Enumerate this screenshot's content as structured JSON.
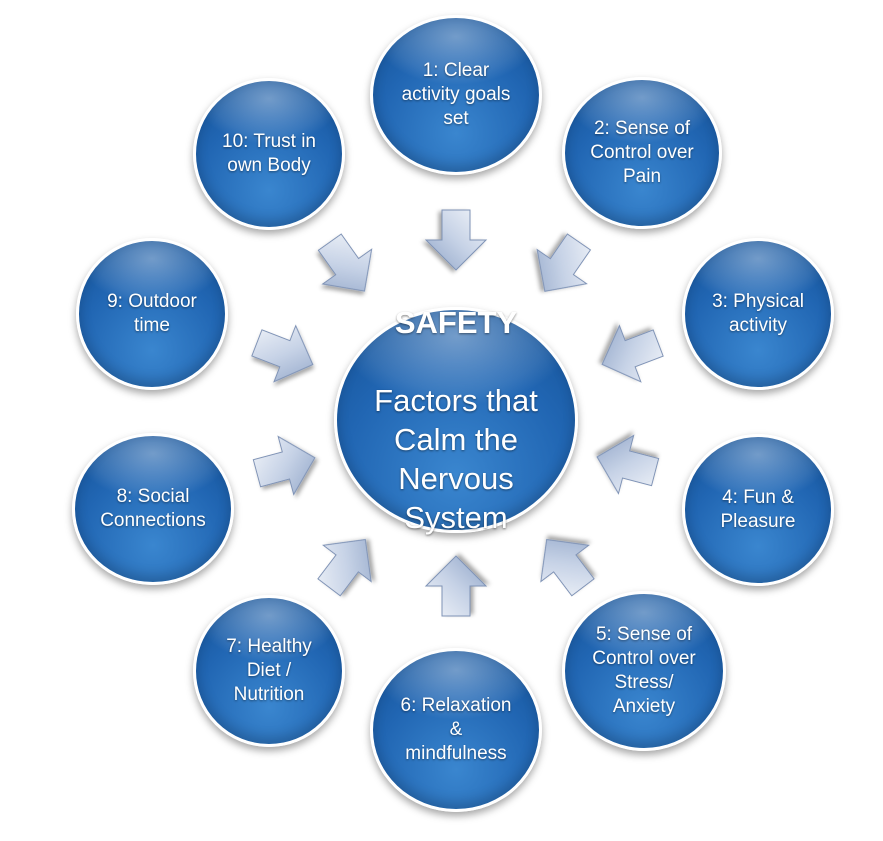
{
  "center": {
    "title": "SAFETY",
    "subtitle": "Factors that\nCalm the\nNervous\nSystem"
  },
  "factors": [
    "1: Clear\nactivity goals\nset",
    "2: Sense of\nControl over\nPain",
    "3: Physical\nactivity",
    "4: Fun &\nPleasure",
    "5: Sense of\nControl over\nStress/\nAnxiety",
    "6: Relaxation\n&\nmindfulness",
    "7: Healthy\nDiet /\nNutrition",
    "8: Social\nConnections",
    "9: Outdoor\ntime",
    "10: Trust in\nown Body"
  ],
  "colors": {
    "bubble": "#2166b3",
    "bubble_dark": "#134f93",
    "arrow_light": "#e9eef6",
    "arrow_dark": "#8fa4c7",
    "text": "#ffffff"
  },
  "icons": {
    "arrow": "block-arrow-icon"
  }
}
